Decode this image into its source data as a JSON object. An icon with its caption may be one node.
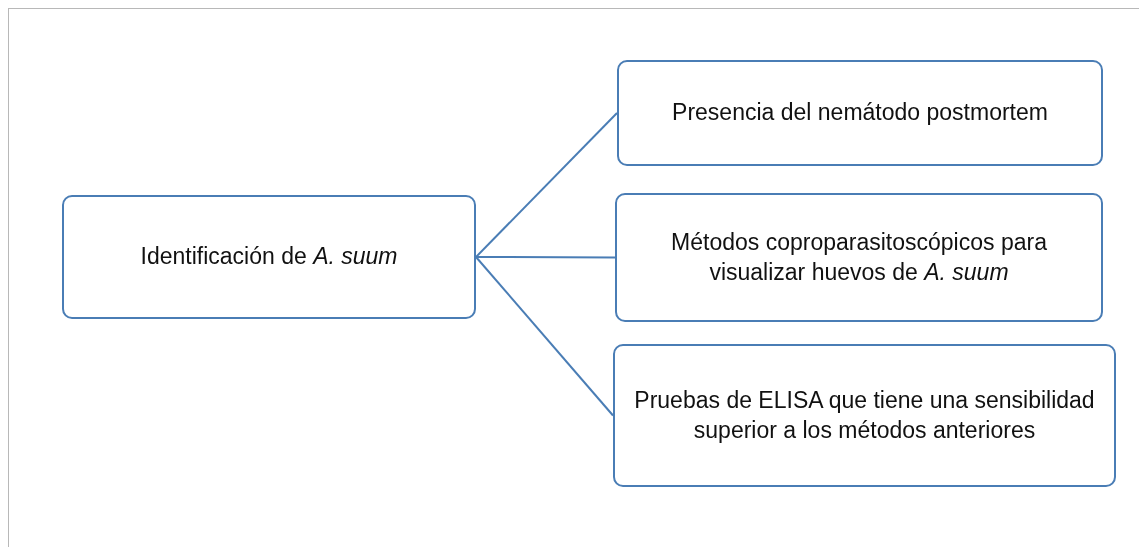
{
  "diagram": {
    "nodes": [
      {
        "text": [
          "Identificación de *A. suum*"
        ]
      },
      {
        "text": [
          "Presencia del nemátodo postmortem"
        ]
      },
      {
        "text": [
          "Métodos coproparasitoscópicos para visualizar huevos de *A. suum*"
        ]
      },
      {
        "text": [
          "Pruebas de ELISA que tiene una sensibilidad superior a los métodos anteriores"
        ]
      }
    ],
    "edges": [
      {
        "from": 0,
        "to": 1,
        "arrow": "none"
      },
      {
        "from": 0,
        "to": 2,
        "arrow": "none"
      },
      {
        "from": 0,
        "to": 3,
        "arrow": "none"
      }
    ]
  }
}
